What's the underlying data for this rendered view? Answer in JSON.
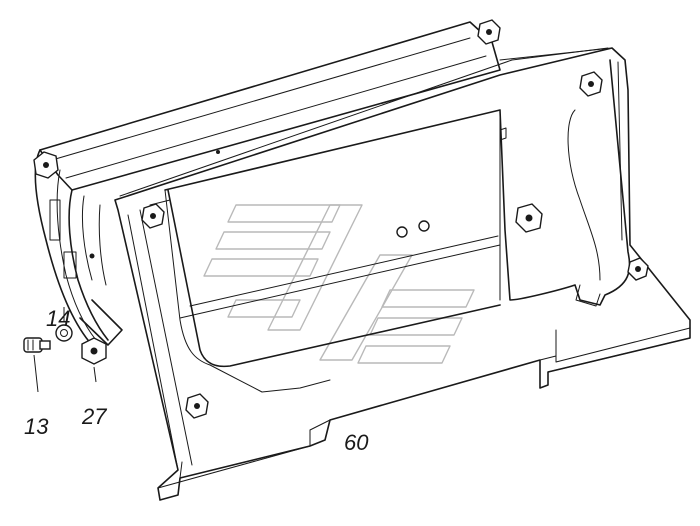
{
  "callouts": {
    "part_14": "14",
    "part_13": "13",
    "part_27": "27",
    "part_60": "60"
  },
  "colors": {
    "ink": "#1a1a1a",
    "watermark": "#b9b9b9",
    "background": "#ffffff"
  }
}
